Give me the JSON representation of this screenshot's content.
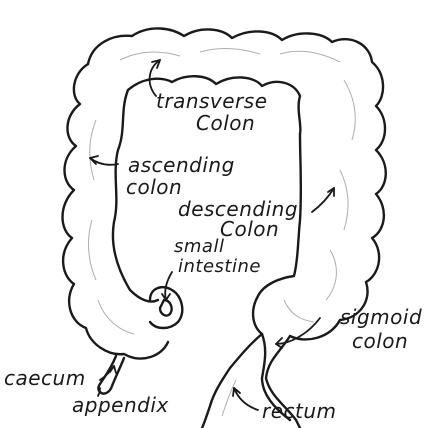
{
  "labels": {
    "transverse": "transverse",
    "transverse_colon": "Colon",
    "ascending": "ascending",
    "ascending_colon": "colon",
    "descending": "descending",
    "descending_colon": "Colon",
    "small": "small",
    "intestine": "intestine",
    "sigmoid": "sigmoid",
    "sigmoid_colon": "colon",
    "caecum": "caecum",
    "appendix": "appendix",
    "rectum": "rectum"
  }
}
